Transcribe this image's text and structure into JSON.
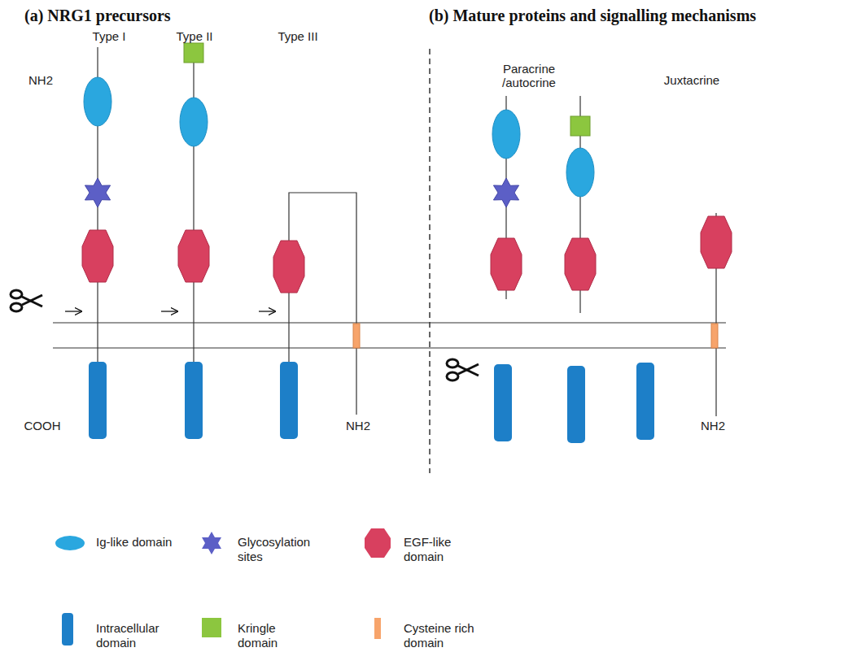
{
  "diagram": {
    "labels": [
      "(a) NRG1 precursors",
      "(b) Mature proteins and signalling mechanisms",
      "Type I",
      "Type II",
      "Type III",
      "NH2",
      "COOH",
      "NH2",
      "Paracrine /autocrine",
      "Juxtacrine",
      "NH2"
    ],
    "legend": [
      {
        "text": "Ig-like domain",
        "color": "#2aa7df"
      },
      {
        "text": "Glycosylation sites",
        "color": "#5c5fc6"
      },
      {
        "text": "EGF-like domain",
        "color": "#d8405f"
      },
      {
        "text": "Intracellular domain",
        "color": "#1d7fc8"
      },
      {
        "text": "Kringle domain",
        "color": "#8cc63f"
      },
      {
        "text": "Cysteine rich domain",
        "color": "#f7a46b"
      }
    ]
  }
}
